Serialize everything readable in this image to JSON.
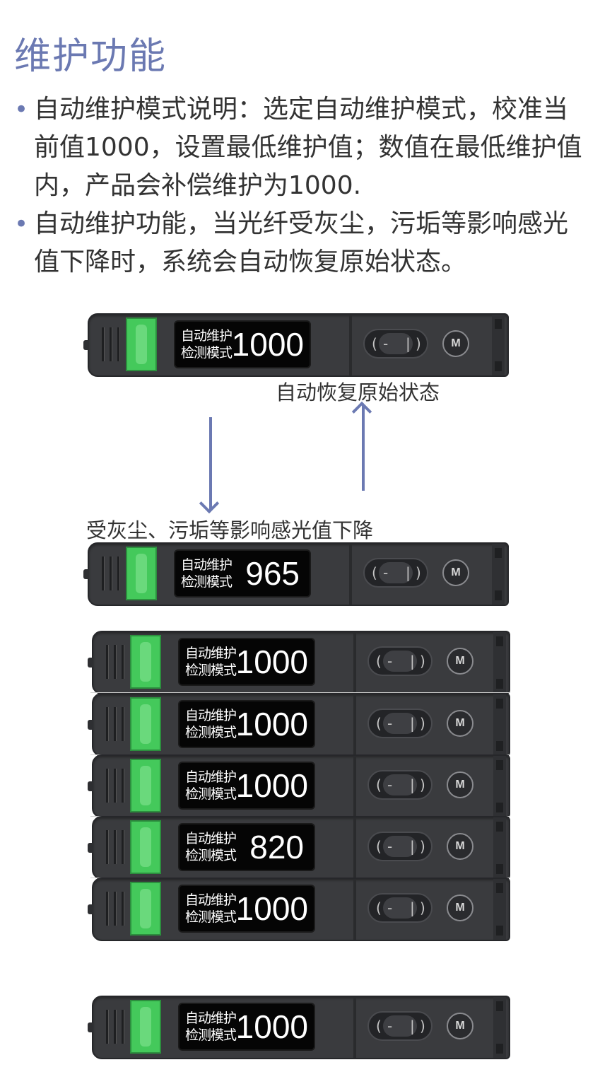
{
  "title": "维护功能",
  "bullets": [
    "自动维护模式说明：选定自动维护模式，校准当前值1000，设置最低维护值；数值在最低维护值内，产品会补偿维护为1000.",
    "自动维护功能，当光纤受灰尘，污垢等影响感光值下降时，系统会自动恢复原始状态。"
  ],
  "labels": {
    "auto_restore": "自动恢复原始状态",
    "dust_affect": "受灰尘、污垢等影响感光值下降"
  },
  "devices": [
    {
      "mode_line1": "自动维护",
      "mode_line2": "检测模式",
      "value": "1000",
      "button": "M"
    },
    {
      "mode_line1": "自动维护",
      "mode_line2": "检测模式",
      "value": "965",
      "button": "M"
    },
    {
      "mode_line1": "自动维护",
      "mode_line2": "检测模式",
      "value": "1000",
      "button": "M"
    },
    {
      "mode_line1": "自动维护",
      "mode_line2": "检测模式",
      "value": "1000",
      "button": "M"
    },
    {
      "mode_line1": "自动维护",
      "mode_line2": "检测模式",
      "value": "1000",
      "button": "M"
    },
    {
      "mode_line1": "自动维护",
      "mode_line2": "检测模式",
      "value": "820",
      "button": "M"
    },
    {
      "mode_line1": "自动维护",
      "mode_line2": "检测模式",
      "value": "1000",
      "button": "M"
    },
    {
      "mode_line1": "自动维护",
      "mode_line2": "检测模式",
      "value": "1000",
      "button": "M"
    }
  ],
  "colors": {
    "accent": "#6b79b2",
    "led_green": "#44c95b",
    "body_dark": "#3a3b3e"
  }
}
